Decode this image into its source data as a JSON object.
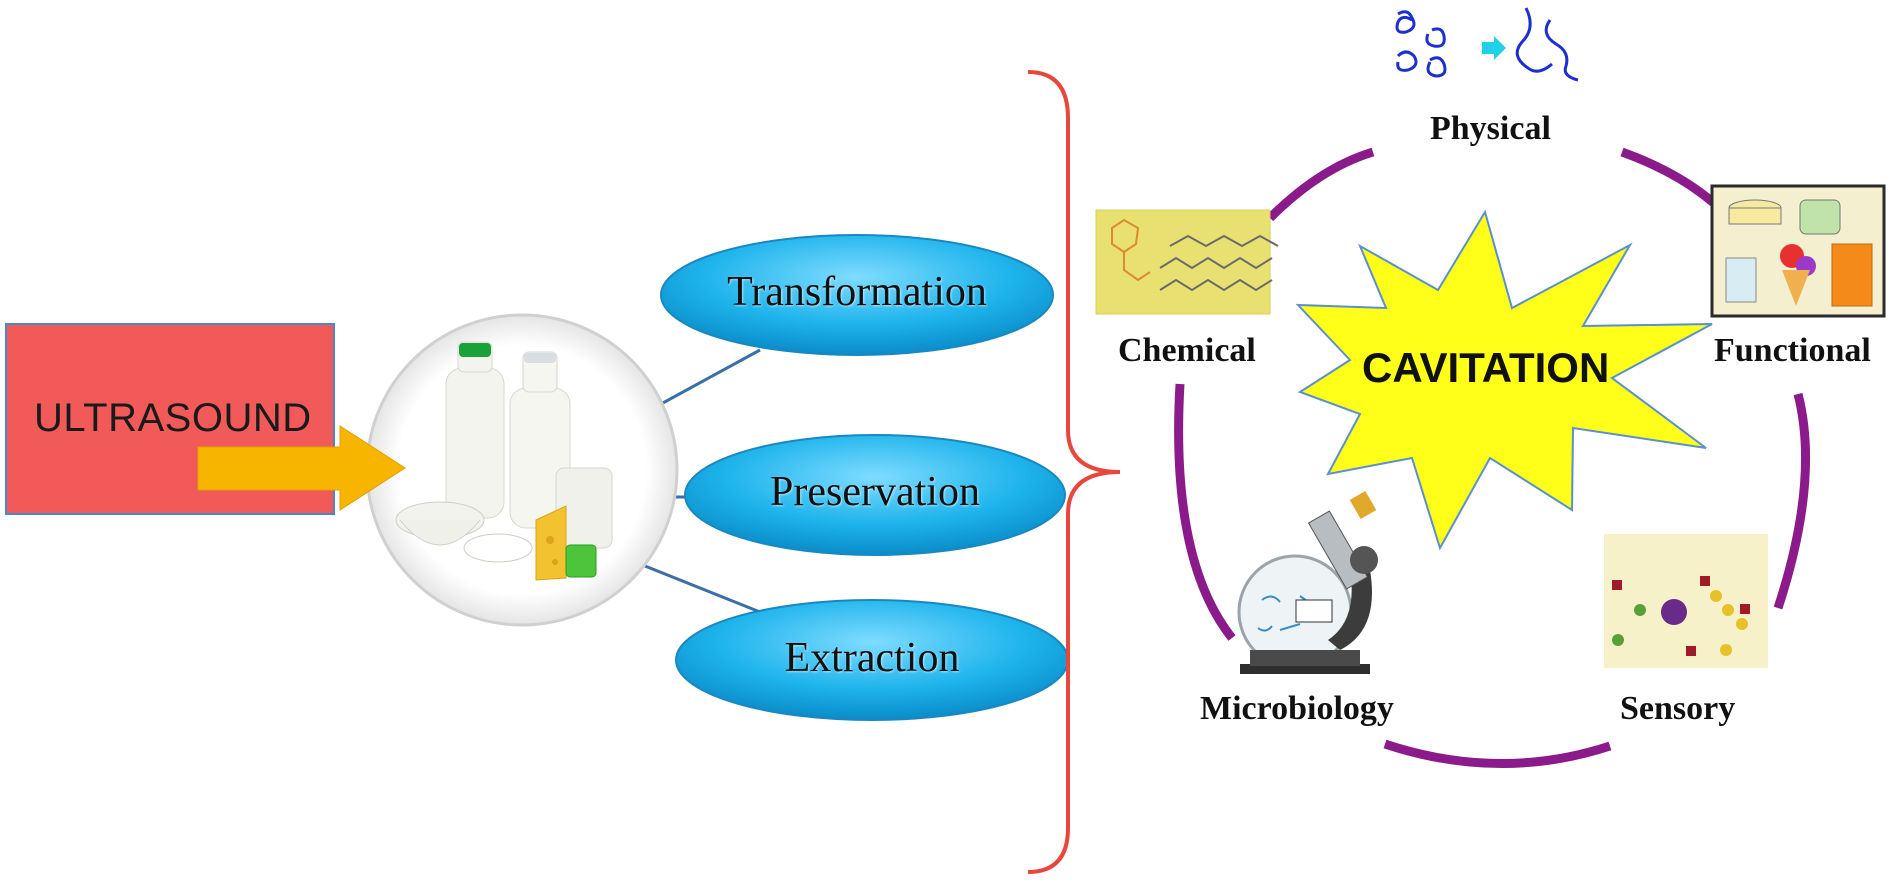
{
  "input": {
    "label": "ULTRASOUND"
  },
  "applications": [
    {
      "label": "Transformation"
    },
    {
      "label": "Preservation"
    },
    {
      "label": "Extraction"
    }
  ],
  "center": {
    "label": "CAVITATION"
  },
  "effects": [
    {
      "label": "Physical"
    },
    {
      "label": "Functional"
    },
    {
      "label": "Sensory"
    },
    {
      "label": "Microbiology"
    },
    {
      "label": "Chemical"
    }
  ],
  "colors": {
    "ultrasound_box": "#f25a5a",
    "arrow": "#f7b500",
    "oval": "#1eb4ec",
    "bracket": "#e8473c",
    "cycle": "#8b1a8b",
    "starburst": "#ffff1a"
  }
}
